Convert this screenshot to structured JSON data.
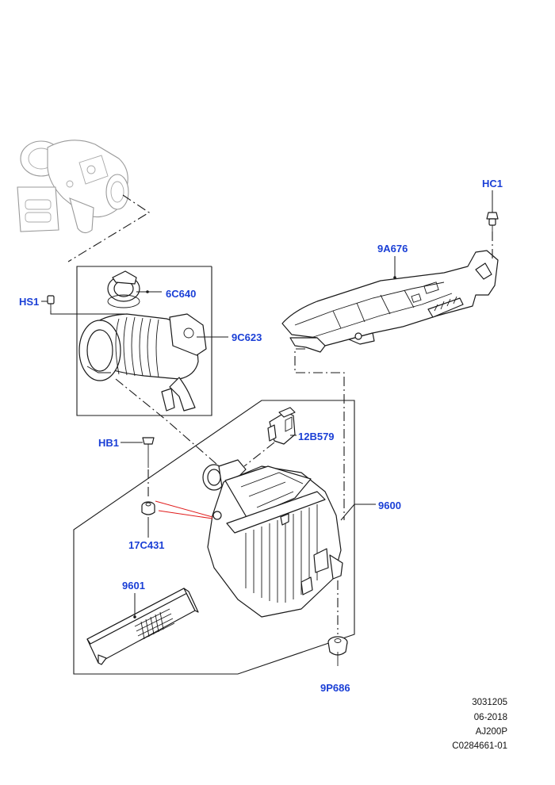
{
  "callouts": {
    "hc1": "HC1",
    "p9a676": "9A676",
    "hs1": "HS1",
    "p6c640": "6C640",
    "p9c623": "9C623",
    "hb1": "HB1",
    "p12b579": "12B579",
    "p9600": "9600",
    "p17c431": "17C431",
    "p9601": "9601",
    "p9p686": "9P686"
  },
  "footer": {
    "code": "3031205",
    "date": "06-2018",
    "engine": "AJ200P",
    "illustration": "C0284661-01"
  },
  "colors": {
    "callout": "#1a3fd6",
    "highlight_leader": "#e01b1b",
    "line": "#1a1a1a",
    "ghost": "#9a9a9a"
  }
}
